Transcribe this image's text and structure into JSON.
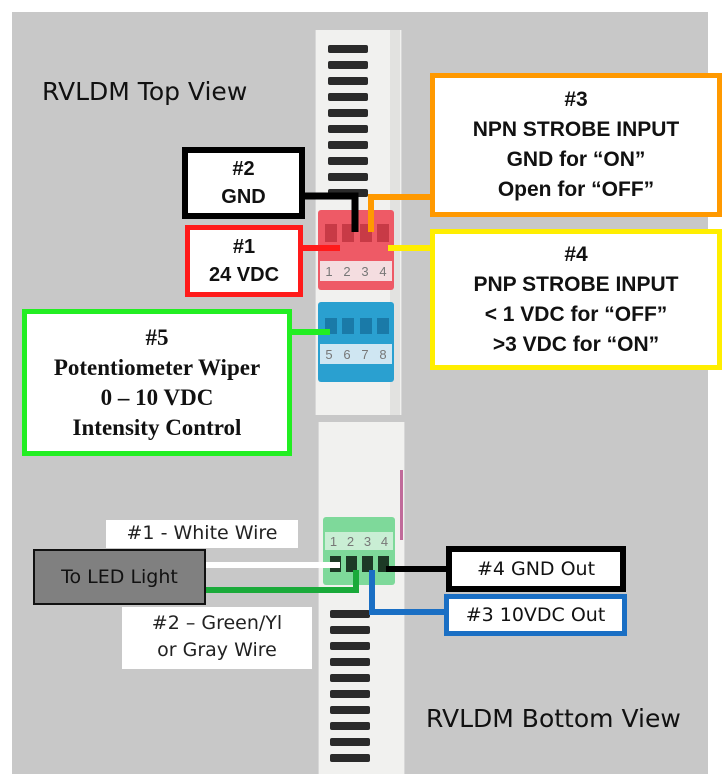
{
  "top_view_title": "RVLDM Top View",
  "bottom_view_title": "RVLDM Bottom View",
  "top_red_pins": [
    "1",
    "2",
    "3",
    "4"
  ],
  "top_blue_pins": [
    "5",
    "6",
    "7",
    "8"
  ],
  "bottom_green_pins": [
    "1",
    "2",
    "3",
    "4"
  ],
  "callouts": {
    "c1": {
      "l1": "#1",
      "l2": "24 VDC"
    },
    "c2": {
      "l1": "#2",
      "l2": "GND"
    },
    "c3": {
      "l1": "#3",
      "l2": "NPN STROBE INPUT",
      "l3": "GND for “ON”",
      "l4": "Open for “OFF”"
    },
    "c4": {
      "l1": "#4",
      "l2": "PNP STROBE INPUT",
      "l3": "< 1 VDC for “OFF”",
      "l4": ">3 VDC for “ON”"
    },
    "c5": {
      "l1": "#5",
      "l2": "Potentiometer Wiper",
      "l3": "0 – 10 VDC",
      "l4": "Intensity Control"
    }
  },
  "bottom": {
    "white_wire": "#1 - White Wire",
    "to_led": "To LED Light",
    "green_wire_l1": "#2 – Green/Yl",
    "green_wire_l2": "or Gray Wire",
    "gnd_out": "#4 GND Out",
    "vdc_out": "#3 10VDC Out"
  },
  "colors": {
    "red": "#ff1a1a",
    "black": "#000000",
    "orange": "#ff9900",
    "yellow": "#ffee00",
    "green_callout": "#22ee22",
    "blue_callout": "#1a6fc4",
    "wire_green": "#1aaa3a",
    "panel": "#c8c8c8"
  }
}
